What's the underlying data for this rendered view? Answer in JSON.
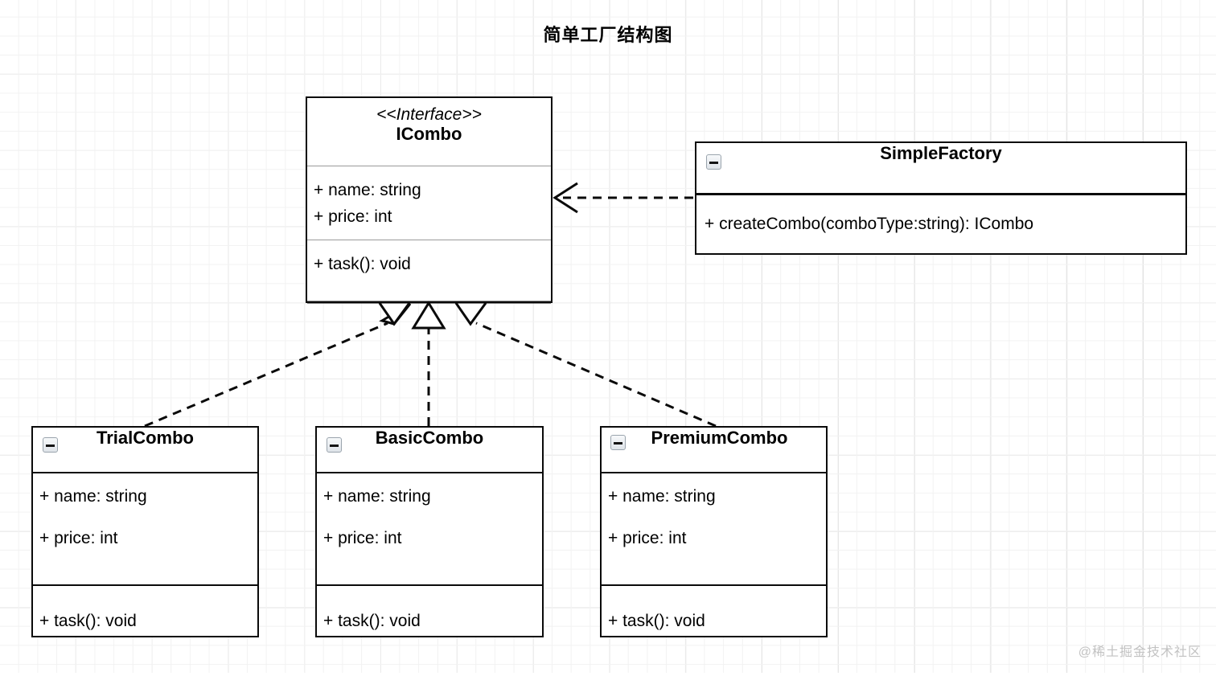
{
  "diagram": {
    "title": "简单工厂结构图",
    "watermark": "@稀土掘金技术社区",
    "colors": {
      "box_border": "#0a0a0a",
      "box_fill": "#ffffff",
      "divider": "#9a9a9a",
      "grid_minor": "#f2f2f2",
      "grid_major": "#d8d8d8",
      "watermark": "#c2c2c2"
    }
  },
  "classes": {
    "icombo": {
      "stereotype": "<<Interface>>",
      "name": "ICombo",
      "attributes": [
        "+ name: string",
        "+ price: int"
      ],
      "operations": [
        "+ task(): void"
      ]
    },
    "simplefactory": {
      "name": "SimpleFactory",
      "collapse_icon": "minus-icon",
      "attributes": [],
      "operations": [
        "+ createCombo(comboType:string): ICombo"
      ]
    },
    "trialcombo": {
      "name": "TrialCombo",
      "collapse_icon": "minus-icon",
      "attributes": [
        "+ name: string",
        "+ price: int"
      ],
      "operations": [
        "+ task(): void"
      ]
    },
    "basiccombo": {
      "name": "BasicCombo",
      "collapse_icon": "minus-icon",
      "attributes": [
        "+ name: string",
        "+ price: int"
      ],
      "operations": [
        "+ task(): void"
      ]
    },
    "premiumcombo": {
      "name": "PremiumCombo",
      "collapse_icon": "minus-icon",
      "attributes": [
        "+ name: string",
        "+ price: int"
      ],
      "operations": [
        "+ task(): void"
      ]
    }
  },
  "relationships": [
    {
      "id": "dependency-simplefactory-icombo",
      "from": "SimpleFactory",
      "to": "ICombo",
      "type": "dependency",
      "style": "dashed",
      "arrow": "open"
    },
    {
      "id": "realization-trialcombo-icombo",
      "from": "TrialCombo",
      "to": "ICombo",
      "type": "realization",
      "style": "dashed",
      "arrow": "hollow-triangle"
    },
    {
      "id": "realization-basiccombo-icombo",
      "from": "BasicCombo",
      "to": "ICombo",
      "type": "realization",
      "style": "dashed",
      "arrow": "hollow-triangle"
    },
    {
      "id": "realization-premiumcombo-icombo",
      "from": "PremiumCombo",
      "to": "ICombo",
      "type": "realization",
      "style": "dashed",
      "arrow": "hollow-triangle"
    }
  ]
}
